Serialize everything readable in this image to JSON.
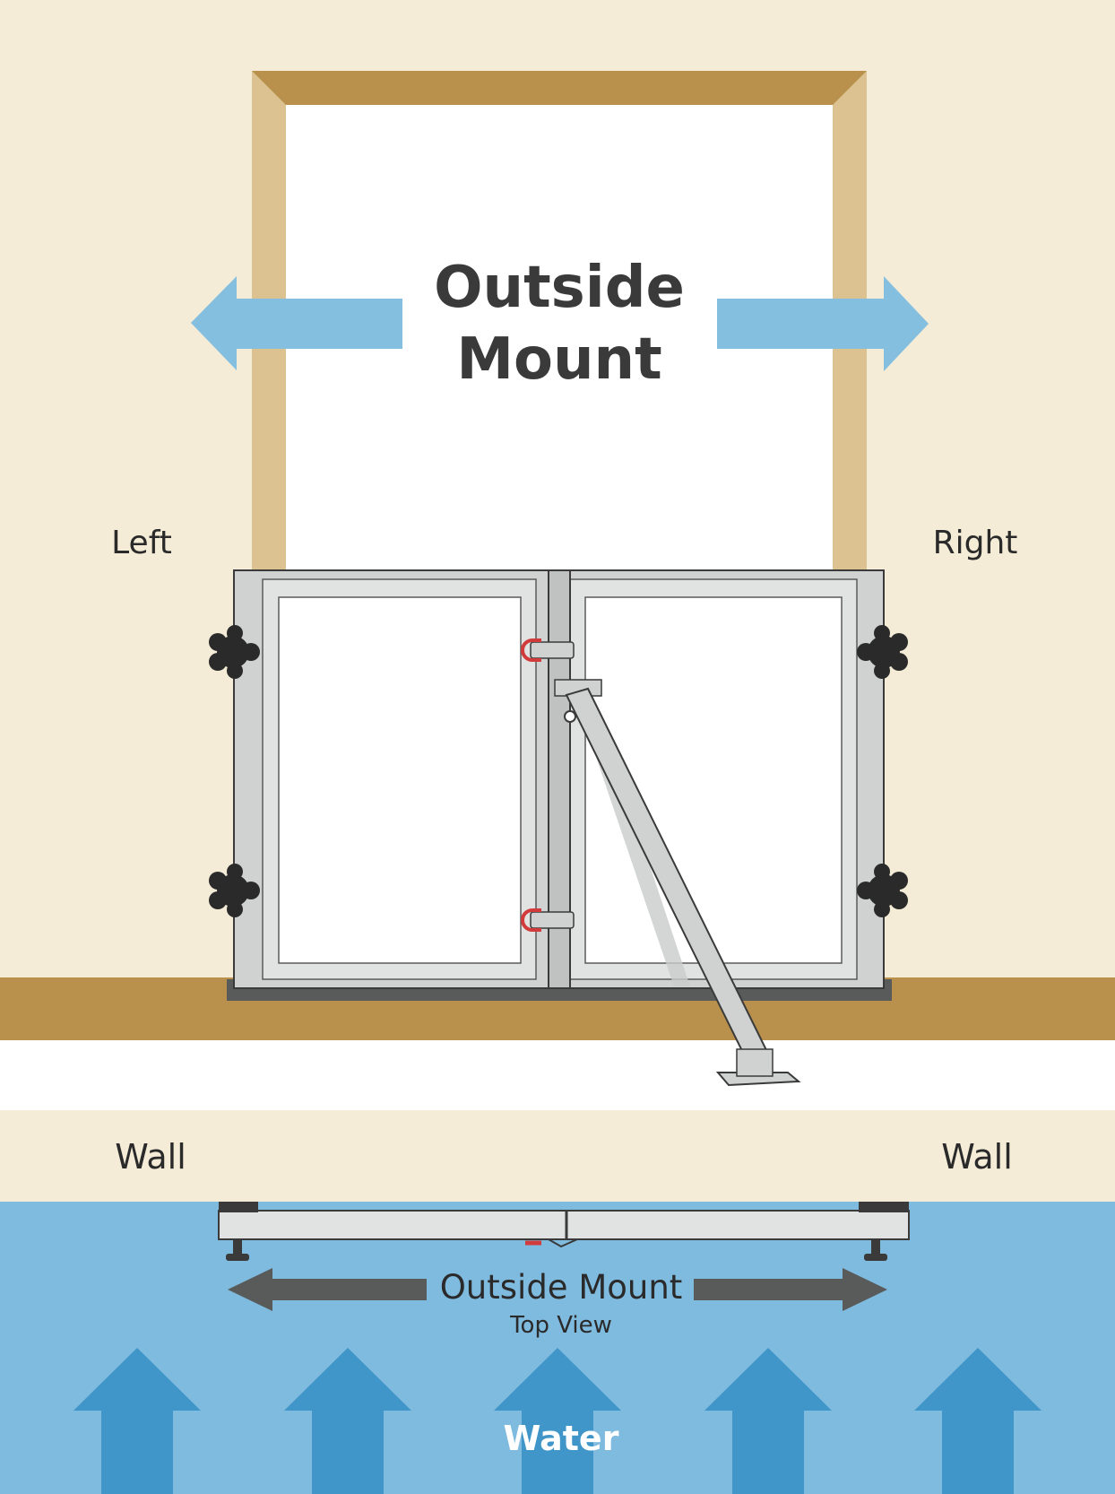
{
  "front_view": {
    "title_line1": "Outside",
    "title_line2": "Mount",
    "left_label": "Left",
    "right_label": "Right"
  },
  "top_view": {
    "left_wall_label": "Wall",
    "right_wall_label": "Wall",
    "title": "Outside Mount",
    "subtitle": "Top View"
  },
  "water_label": "Water",
  "colors": {
    "wall_cream": "#f4ecd7",
    "trim_tan": "#b9914c",
    "trim_light": "#ddc291",
    "aluminum": "#cfd2d1",
    "arrow_blue": "#85bfe0",
    "water_blue": "#7fbadf",
    "water_arrow": "#4096c8",
    "dark_arrow": "#585b5a",
    "text_dark": "#3a3a3a"
  },
  "icons": [
    "expand-arrow-left-icon",
    "expand-arrow-right-icon",
    "knob-icon",
    "latch-icon",
    "brace-icon",
    "water-up-arrow-icon"
  ]
}
